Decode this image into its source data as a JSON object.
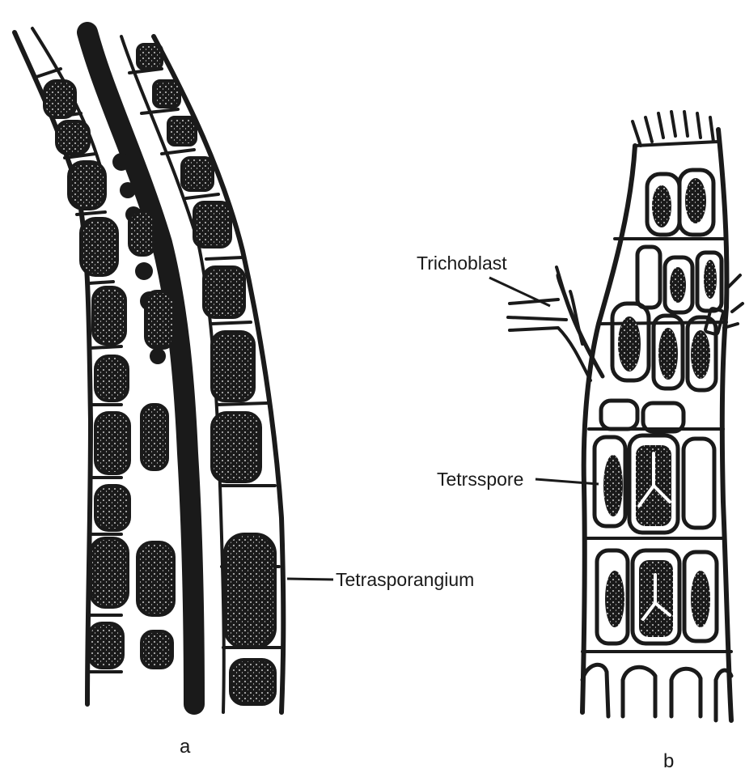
{
  "figure": {
    "panels": [
      {
        "letter": "a",
        "labels": {
          "tetrasporangium": "Tetrasporangium"
        }
      },
      {
        "letter": "b",
        "labels": {
          "trichoblast": "Trichoblast",
          "tetraspore": "Tetrsspore"
        }
      }
    ],
    "colors": {
      "ink": "#1a1a1a",
      "paper": "#ffffff"
    }
  }
}
